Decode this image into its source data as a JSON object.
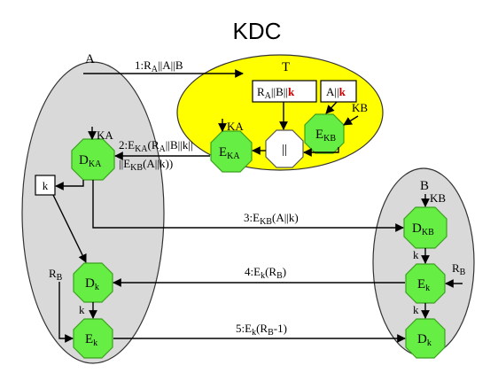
{
  "title": "KDC",
  "parties": {
    "a": "A",
    "b": "B",
    "t": "T"
  },
  "colors": {
    "ellipse_fill": "#d9d9d9",
    "kdc_fill": "#ffff00",
    "octagon_fill": "#66ee44",
    "octagon_stroke": "#3aa01e",
    "key_highlight": "#cc0000"
  },
  "keys": {
    "ka": "KA",
    "kb": "KB",
    "rb": "R",
    "rb_sub": "B"
  },
  "messages": {
    "m1": {
      "num": "1:",
      "parts": [
        "R",
        "A",
        "||A||B"
      ]
    },
    "m2_line1": {
      "num": "2:",
      "parts": [
        "E",
        "KA",
        "(R",
        "A",
        "||B||k||"
      ]
    },
    "m2_line2": {
      "parts": [
        "||E",
        "KB",
        "(A||k))"
      ]
    },
    "m3": {
      "num": "3:",
      "parts": [
        "E",
        "KB",
        "(A||k)"
      ]
    },
    "m4": {
      "num": "4:",
      "parts": [
        "E",
        "k",
        "(R",
        "B",
        ")"
      ]
    },
    "m5": {
      "num": "5:",
      "parts": [
        "E",
        "k",
        "(R",
        "B",
        "-1)"
      ]
    }
  },
  "boxes": {
    "t_box1": {
      "parts": [
        "R",
        "A",
        "||B||",
        "k"
      ]
    },
    "t_box2": {
      "parts": [
        "A||",
        "k"
      ]
    },
    "concat": "||",
    "k_box": "k"
  },
  "nodes": {
    "t_ekb": {
      "main": "E",
      "sub": "KB"
    },
    "t_eka": {
      "main": "E",
      "sub": "KA"
    },
    "a_dka": {
      "main": "D",
      "sub": "KA"
    },
    "a_dk": {
      "main": "D",
      "sub": "k"
    },
    "a_ek": {
      "main": "E",
      "sub": "k"
    },
    "b_dkb": {
      "main": "D",
      "sub": "KB"
    },
    "b_ek": {
      "main": "E",
      "sub": "k"
    },
    "b_dk": {
      "main": "D",
      "sub": "k"
    }
  },
  "edge_labels": {
    "k1": "k",
    "k2": "k",
    "k3": "k"
  }
}
